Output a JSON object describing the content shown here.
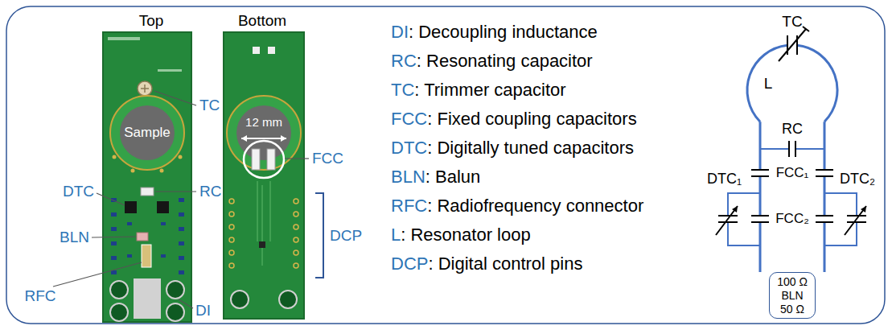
{
  "diagram": {
    "nodes": [
      {
        "text": [
          "100 Ω",
          "BLN",
          "50 Ω"
        ]
      }
    ],
    "labels": [
      "Top",
      "Bottom",
      "TC",
      "Sample",
      "DTC",
      "RC",
      "BLN",
      "RFC",
      "DI",
      "12 mm",
      "FCC",
      "DCP",
      "DI",
      ": Decoupling inductance",
      "RC",
      ": Resonating capacitor",
      "TC",
      ": Trimmer capacitor",
      "FCC",
      ": Fixed coupling capacitors",
      "DTC",
      ": Digitally tuned capacitors",
      "BLN",
      ": Balun",
      "RFC",
      ": Radiofrequency connector",
      "L",
      ": Resonator loop",
      "DCP",
      ": Digital control pins",
      "TC",
      "L",
      "RC",
      "DTC₁",
      "FCC₁",
      "DTC₂",
      "FCC₂"
    ]
  }
}
